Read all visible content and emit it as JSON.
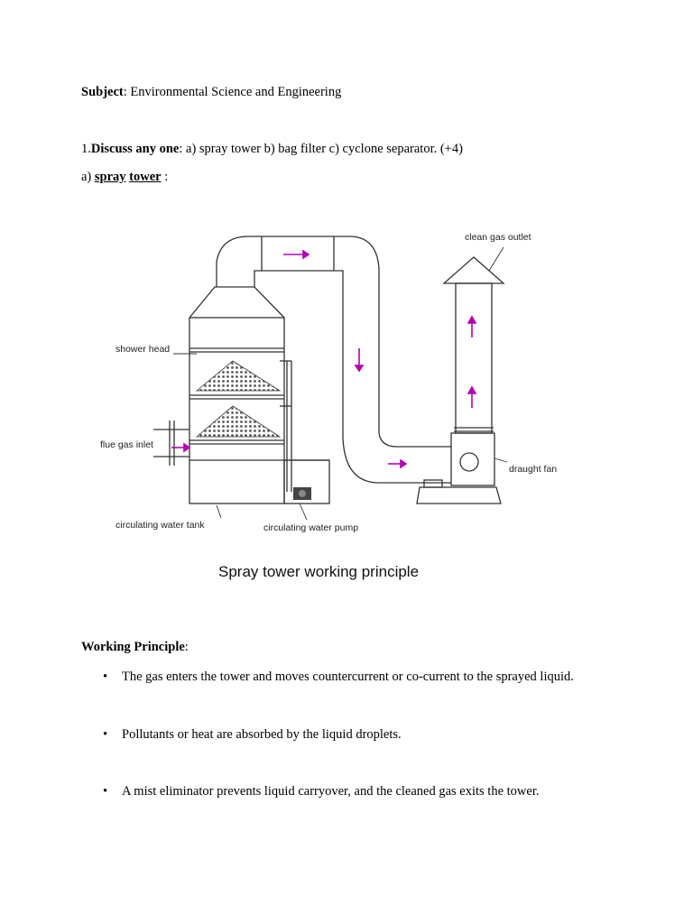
{
  "header": {
    "subject_label": "Subject",
    "subject_value": ": Environmental Science and Engineering"
  },
  "question": {
    "number": "1.",
    "prompt_bold": "Discuss any one",
    "prompt_rest": ": a) spray tower b) bag filter c) cyclone separator. (+4)"
  },
  "answer_heading": {
    "prefix": "a) ",
    "word1": "spray",
    "word2": "tower",
    "suffix": " :"
  },
  "figure": {
    "labels": {
      "clean_gas_outlet": "clean gas outlet",
      "shower_head": "shower head",
      "flue_gas_inlet": "flue gas inlet",
      "draught_fan": "draught fan",
      "circulating_water_tank": "circulating water tank",
      "circulating_water_pump": "circulating water pump"
    },
    "caption": "Spray tower working principle",
    "arrow_color": "#b400b4"
  },
  "working_principle": {
    "heading": "Working Principle",
    "colon": ":",
    "bullet_glyph": "•",
    "items": [
      "The gas enters the tower and moves countercurrent or co-current to the sprayed liquid.",
      "Pollutants or heat are absorbed by the liquid droplets.",
      "A mist eliminator prevents liquid carryover, and the cleaned gas exits the tower."
    ]
  }
}
